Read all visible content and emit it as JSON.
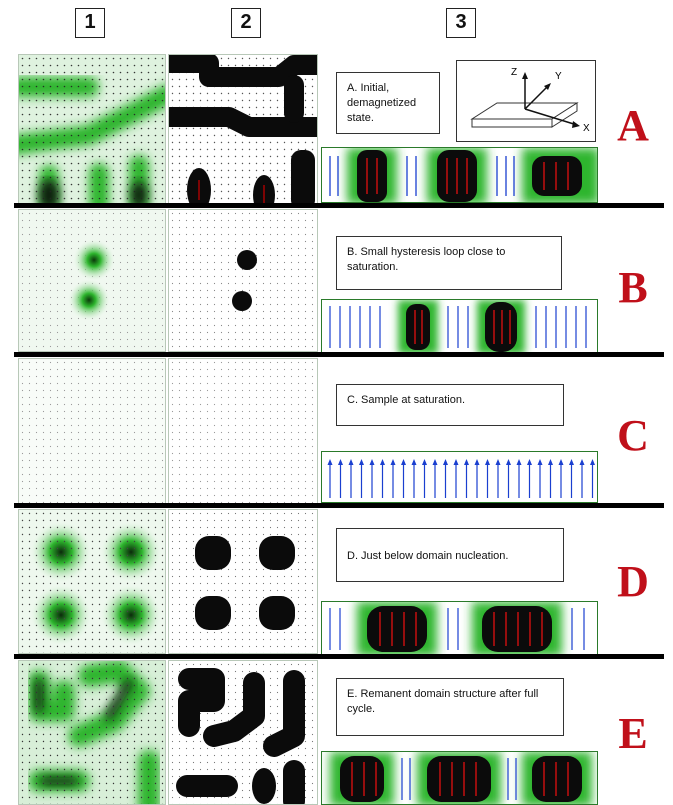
{
  "columns": [
    "1",
    "2",
    "3"
  ],
  "rows": [
    {
      "letter": "A",
      "caption": "A. Initial, demagnetized state."
    },
    {
      "letter": "B",
      "caption": "B. Small hysteresis loop close to saturation."
    },
    {
      "letter": "C",
      "caption": "C. Sample at saturation."
    },
    {
      "letter": "D",
      "caption": "D. Just below domain nucleation."
    },
    {
      "letter": "E",
      "caption": "E. Remanent domain structure after full cycle."
    }
  ],
  "axes": {
    "z": "Z",
    "y": "Y",
    "x": "X"
  },
  "colors": {
    "domain_green": "#2db52d",
    "up_arrow": "#1a3fd0",
    "down_arrow": "#e01010",
    "letter": "#c0101a"
  }
}
